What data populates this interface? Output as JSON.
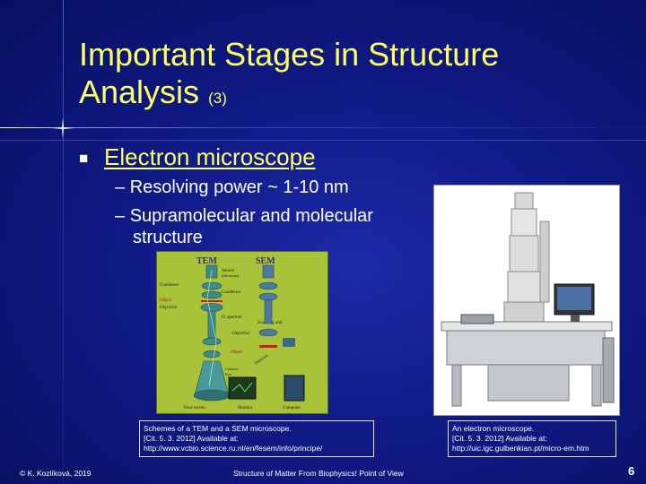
{
  "slide": {
    "title_main": "Important Stages in Structure Analysis",
    "title_suffix": "(3)",
    "bullet_marker": "■",
    "bullet": "Electron microscope",
    "subbullets": [
      {
        "dash": "–",
        "text": "Resolving power ~ 1-10 nm"
      },
      {
        "dash": "–",
        "text": "Supramolecular and molecular",
        "continuation": "structure"
      }
    ]
  },
  "figures": {
    "scheme": {
      "labels": {
        "tem": "TEM",
        "sem": "SEM",
        "source": "Source",
        "source_sub": "(electrons)",
        "condenser1": "Condenser",
        "condenser2": "Condenser",
        "object1": "Object",
        "objective1": "Objective",
        "o_aperture": "O. aperture",
        "scanning_unit": "Scanning unit",
        "objective2": "Objective",
        "object2": "Object",
        "detector": "Detector",
        "camera": "Camera",
        "eye": "Eye",
        "fluo_screen": "Fluo-screen",
        "monitor": "Monitor",
        "computer": "Computer"
      },
      "caption_lines": [
        "Schemes of a TEM and a SEM microscope.",
        "[Cit. 5. 3. 2012] Available at:",
        "http://www.vcbio.science.ru.nl/en/fesem/info/principe/"
      ]
    },
    "photo": {
      "caption_lines": [
        "An electron microscope.",
        "[Cit. 5. 3. 2012] Available at:",
        "http://uic.igc.gulbenkian.pt/micro-em.htm"
      ]
    }
  },
  "footer": {
    "copyright": "© K. Kozlíková, 2019",
    "course": "Structure of Matter From Biophysics! Point of View",
    "page_number": "6"
  }
}
